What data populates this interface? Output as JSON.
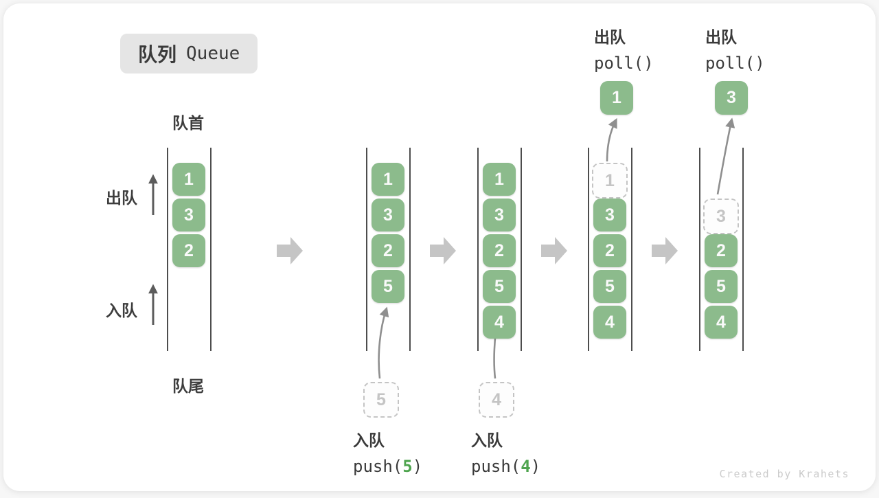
{
  "title": {
    "zh": "队列",
    "en": "Queue"
  },
  "labels": {
    "front": "队首",
    "rear": "队尾",
    "dequeue": "出队",
    "enqueue": "入队"
  },
  "watermark": "Created by Krahets",
  "colors": {
    "item_green": "#8cbb8c",
    "code_arg_green": "#4ea44e",
    "ghost_gray": "#c4c4c4",
    "thin_arrow_gray": "#8f8f8f",
    "block_arrow_gray": "#c5c5c5",
    "line_dark": "#4d4d4d",
    "badge_bg": "#e5e5e5"
  },
  "queues": [
    {
      "name": "initial",
      "slots": [
        {
          "value": "1"
        },
        {
          "value": "3"
        },
        {
          "value": "2"
        }
      ]
    },
    {
      "name": "after-push-5",
      "slots": [
        {
          "value": "1"
        },
        {
          "value": "3"
        },
        {
          "value": "2"
        },
        {
          "value": "5"
        }
      ],
      "pending_value": "5",
      "op": {
        "label": "入队",
        "code_pre": "push(",
        "code_arg": "5",
        "code_post": ")"
      }
    },
    {
      "name": "after-push-4",
      "slots": [
        {
          "value": "1"
        },
        {
          "value": "3"
        },
        {
          "value": "2"
        },
        {
          "value": "5"
        },
        {
          "value": "4"
        }
      ],
      "pending_value": "4",
      "op": {
        "label": "入队",
        "code_pre": "push(",
        "code_arg": "4",
        "code_post": ")"
      }
    },
    {
      "name": "after-poll-1",
      "slots": [
        {
          "value": "1",
          "removed": true
        },
        {
          "value": "3"
        },
        {
          "value": "2"
        },
        {
          "value": "5"
        },
        {
          "value": "4"
        }
      ],
      "popped_value": "1",
      "op": {
        "label": "出队",
        "code": "poll()"
      }
    },
    {
      "name": "after-poll-3",
      "slots": [
        {
          "value": "3",
          "removed": true
        },
        {
          "value": "2"
        },
        {
          "value": "5"
        },
        {
          "value": "4"
        }
      ],
      "popped_value": "3",
      "op": {
        "label": "出队",
        "code": "poll()"
      }
    }
  ]
}
